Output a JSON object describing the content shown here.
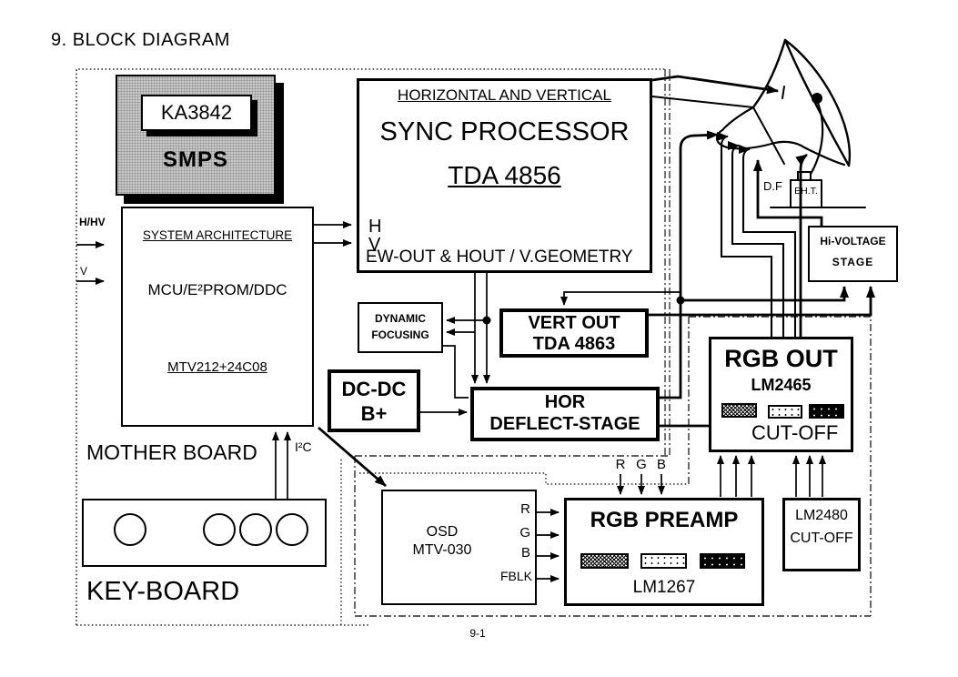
{
  "title": "9. BLOCK DIAGRAM",
  "page_number": "9-1",
  "smps": {
    "chip": "KA3842",
    "name": "SMPS"
  },
  "sync": {
    "heading": "HORIZONTAL AND VERTICAL",
    "title": "SYNC PROCESSOR",
    "chip": "TDA 4856",
    "pin_h": "H",
    "pin_v": "V",
    "bottom_label": "EW-OUT & HOUT / V.GEOMETRY"
  },
  "system_architecture": {
    "heading": "SYSTEM ARCHITECTURE",
    "line1": "MCU/E²PROM/DDC",
    "line2": "MTV212+24C08"
  },
  "io_labels": {
    "h_hv": "H/HV",
    "v": "V",
    "i2c": "I²C",
    "df": "D.F",
    "eht": "EH.T."
  },
  "motherboard": {
    "label": "MOTHER BOARD"
  },
  "keyboard": {
    "label": "KEY-BOARD"
  },
  "dynamic_focusing": {
    "line1": "DYNAMIC",
    "line2": "FOCUSING"
  },
  "vert_out": {
    "line1": "VERT OUT",
    "line2": "TDA 4863"
  },
  "dc_dc": {
    "line1": "DC-DC",
    "line2": "B+"
  },
  "hor_deflect": {
    "line1": "HOR",
    "line2": "DEFLECT-STAGE"
  },
  "hi_voltage": {
    "line1": "Hi-VOLTAGE",
    "line2": "STAGE"
  },
  "rgb_out": {
    "title": "RGB OUT",
    "chip": "LM2465",
    "cutoff": "CUT-OFF"
  },
  "rgb_preamp": {
    "title": "RGB PREAMP",
    "chip": "LM1267"
  },
  "lm2480": {
    "chip": "LM2480",
    "cutoff": "CUT-OFF"
  },
  "osd": {
    "line1": "OSD",
    "line2": "MTV-030",
    "pins": [
      "R",
      "G",
      "B",
      "FBLK"
    ]
  },
  "rgb_inputs": [
    "R",
    "G",
    "B"
  ],
  "colors": {
    "ink": "#000000",
    "paper": "#ffffff",
    "smps_fill": "#c8c8c8"
  }
}
